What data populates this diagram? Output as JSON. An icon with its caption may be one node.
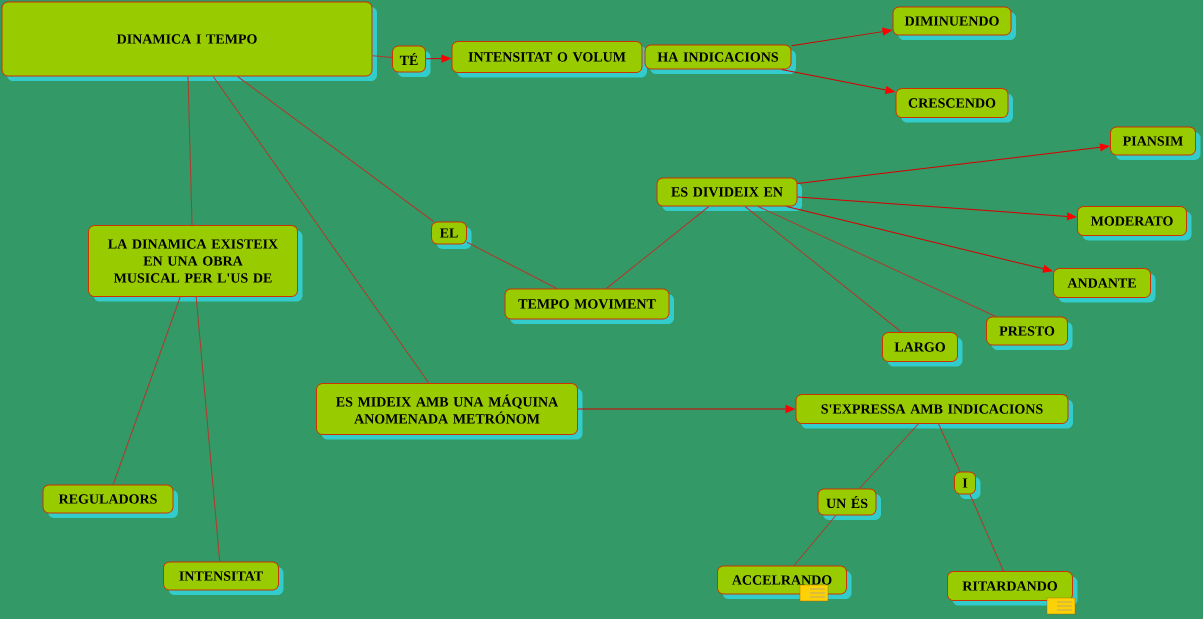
{
  "diagram": {
    "nodes": [
      {
        "text": [
          "DINAMICA I TEMPO"
        ]
      },
      {
        "text": [
          "TÉ"
        ]
      },
      {
        "text": [
          "INTENSITAT O VOLUM"
        ]
      },
      {
        "text": [
          "HA INDICACIONS"
        ]
      },
      {
        "text": [
          "DIMINUENDO"
        ]
      },
      {
        "text": [
          "CRESCENDO"
        ]
      },
      {
        "text": [
          "LA DINAMICA EXISTEIX EN UNA OBRA MUSICAL PER L'US DE"
        ]
      },
      {
        "text": [
          "EL"
        ]
      },
      {
        "text": [
          "TEMPO MOVIMENT"
        ]
      },
      {
        "text": [
          "ES DIVIDEIX EN"
        ]
      },
      {
        "text": [
          "PIANSIM"
        ]
      },
      {
        "text": [
          "MODERATO"
        ]
      },
      {
        "text": [
          "ANDANTE"
        ]
      },
      {
        "text": [
          "LARGO"
        ]
      },
      {
        "text": [
          "PRESTO"
        ]
      },
      {
        "text": [
          "ES MIDEIX AMB UNA MÁQUINA ANOMENADA METRÓNOM"
        ]
      },
      {
        "text": [
          "S'EXPRESSA AMB INDICACIONS"
        ]
      },
      {
        "text": [
          "UN ÉS"
        ]
      },
      {
        "text": [
          "I"
        ]
      },
      {
        "text": [
          "ACCELRANDO"
        ]
      },
      {
        "text": [
          "RITARDANDO"
        ]
      },
      {
        "text": [
          "REGULADORS"
        ]
      },
      {
        "text": [
          "INTENSITAT"
        ]
      }
    ],
    "edges": [
      {
        "from": 0,
        "to": 1,
        "arrow": "none"
      },
      {
        "from": 1,
        "to": 2,
        "arrow": "to"
      },
      {
        "from": 3,
        "to": 4,
        "arrow": "to"
      },
      {
        "from": 3,
        "to": 5,
        "arrow": "to"
      },
      {
        "from": 0,
        "to": 6,
        "arrow": "none"
      },
      {
        "from": 0,
        "to": 7,
        "arrow": "none"
      },
      {
        "from": 7,
        "to": 8,
        "arrow": "none"
      },
      {
        "from": 8,
        "to": 9,
        "arrow": "none"
      },
      {
        "from": 9,
        "to": 10,
        "arrow": "to"
      },
      {
        "from": 9,
        "to": 11,
        "arrow": "to"
      },
      {
        "from": 9,
        "to": 12,
        "arrow": "to"
      },
      {
        "from": 9,
        "to": 13,
        "arrow": "none"
      },
      {
        "from": 9,
        "to": 14,
        "arrow": "none"
      },
      {
        "from": 0,
        "to": 15,
        "arrow": "none"
      },
      {
        "from": 15,
        "to": 16,
        "arrow": "to"
      },
      {
        "from": 16,
        "to": 17,
        "arrow": "none"
      },
      {
        "from": 17,
        "to": 19,
        "arrow": "none"
      },
      {
        "from": 16,
        "to": 18,
        "arrow": "none"
      },
      {
        "from": 18,
        "to": 20,
        "arrow": "none"
      },
      {
        "from": 6,
        "to": 21,
        "arrow": "none"
      },
      {
        "from": 6,
        "to": 22,
        "arrow": "none"
      }
    ]
  }
}
